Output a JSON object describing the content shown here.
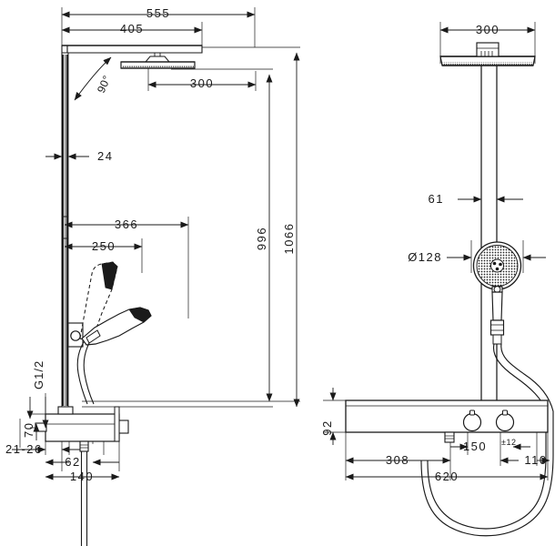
{
  "drawing": {
    "title": "Shower column technical dimension drawing",
    "line_color": "#1a1a1a",
    "fill_color": "#ffffff",
    "accent_color": "#000000",
    "views": [
      {
        "name": "side-elevation",
        "label": ""
      },
      {
        "name": "front-elevation",
        "label": ""
      }
    ]
  },
  "dimensions": {
    "side_view": {
      "overall_reach": "555",
      "arm_reach": "405",
      "head_width": "300",
      "angle": "90°",
      "pipe_width": "24",
      "holder_reach": "366",
      "handshower_reach": "250",
      "height_to_head": "996",
      "height_overall": "1066",
      "thread": "G1/2",
      "inlet_height": "70",
      "wall_clearance": "21-26",
      "body_depth": "62",
      "body_width": "140"
    },
    "front_view": {
      "head_width": "300",
      "pipe_offset": "61",
      "handshower_diameter": "Ø128",
      "shelf_height": "92",
      "hose_outlet_offset": "308",
      "button_spacing": "150",
      "button_spacing_tolerance": "±12",
      "right_edge_offset": "110",
      "overall_width": "620"
    }
  },
  "labels": [
    {
      "id": "l-555",
      "text": "555"
    },
    {
      "id": "l-405",
      "text": "405"
    },
    {
      "id": "l-300a",
      "text": "300"
    },
    {
      "id": "l-90",
      "text": "90°"
    },
    {
      "id": "l-24",
      "text": "24"
    },
    {
      "id": "l-366",
      "text": "366"
    },
    {
      "id": "l-250",
      "text": "250"
    },
    {
      "id": "l-996",
      "text": "996"
    },
    {
      "id": "l-1066",
      "text": "1066"
    },
    {
      "id": "l-g12",
      "text": "G1/2"
    },
    {
      "id": "l-70",
      "text": "70"
    },
    {
      "id": "l-2126",
      "text": "21-26"
    },
    {
      "id": "l-62",
      "text": "62"
    },
    {
      "id": "l-140",
      "text": "140"
    },
    {
      "id": "l-300b",
      "text": "300"
    },
    {
      "id": "l-61",
      "text": "61"
    },
    {
      "id": "l-128",
      "text": "Ø128"
    },
    {
      "id": "l-92",
      "text": "92"
    },
    {
      "id": "l-150",
      "text": "150"
    },
    {
      "id": "l-150t",
      "text": "±12"
    },
    {
      "id": "l-110",
      "text": "110"
    },
    {
      "id": "l-308",
      "text": "308"
    },
    {
      "id": "l-620",
      "text": "620"
    }
  ],
  "parts": {
    "overhead_shower": "overhead-shower-head",
    "shower_arm": "shower-arm",
    "riser_pipe": "riser-pipe",
    "hand_shower": "hand-shower",
    "hand_shower_holder": "hand-shower-holder",
    "thermostat_body": "thermostat-body",
    "shelf": "shelf-bar",
    "control_button_left": "control-button-left",
    "control_button_right": "control-button-right",
    "hose": "shower-hose"
  }
}
